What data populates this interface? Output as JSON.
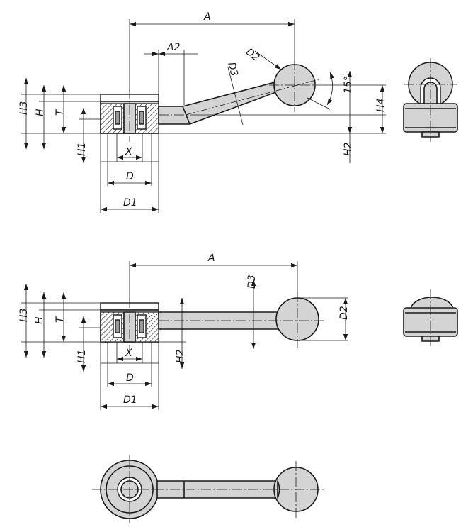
{
  "labels": {
    "a": "A",
    "a2": "A2",
    "d": "D",
    "d1": "D1",
    "d2": "D2",
    "d3": "D3",
    "h": "H",
    "h1": "H1",
    "h2": "H2",
    "h3": "H3",
    "h4": "H4",
    "t": "T",
    "x": "X",
    "angle": "15°"
  }
}
